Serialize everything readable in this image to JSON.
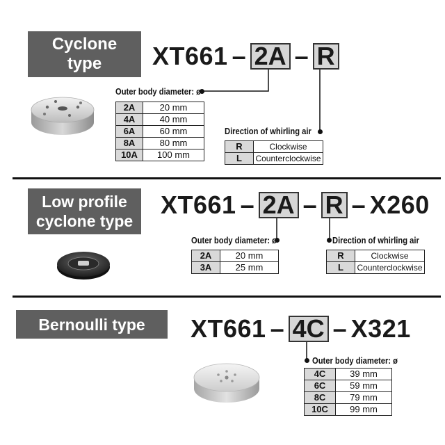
{
  "sections": [
    {
      "label_line1": "Cyclone",
      "label_line2": "type",
      "code_prefix": "XT661",
      "code_box1": "2A",
      "code_box2": "R",
      "caption_diameter": "Outer body diameter: ø",
      "diameter_rows": [
        {
          "code": "2A",
          "size": "20 mm"
        },
        {
          "code": "4A",
          "size": "40 mm"
        },
        {
          "code": "6A",
          "size": "60 mm"
        },
        {
          "code": "8A",
          "size": "80 mm"
        },
        {
          "code": "10A",
          "size": "100 mm"
        }
      ],
      "caption_direction": "Direction of whirling air",
      "direction_rows": [
        {
          "code": "R",
          "name": "Clockwise"
        },
        {
          "code": "L",
          "name": "Counterclockwise"
        }
      ]
    },
    {
      "label_line1": "Low profile",
      "label_line2": "cyclone type",
      "code_prefix": "XT661",
      "code_box1": "2A",
      "code_box2": "R",
      "code_suffix": "X260",
      "caption_diameter": "Outer body diameter: ø",
      "diameter_rows": [
        {
          "code": "2A",
          "size": "20 mm"
        },
        {
          "code": "3A",
          "size": "25 mm"
        }
      ],
      "caption_direction": "Direction of whirling air",
      "direction_rows": [
        {
          "code": "R",
          "name": "Clockwise"
        },
        {
          "code": "L",
          "name": "Counterclockwise"
        }
      ]
    },
    {
      "label_line1": "Bernoulli type",
      "code_prefix": "XT661",
      "code_box1": "4C",
      "code_suffix": "X321",
      "caption_diameter": "Outer body diameter: ø",
      "diameter_rows": [
        {
          "code": "4C",
          "size": "39 mm"
        },
        {
          "code": "6C",
          "size": "59 mm"
        },
        {
          "code": "8C",
          "size": "79 mm"
        },
        {
          "code": "10C",
          "size": "99 mm"
        }
      ]
    }
  ],
  "images": {
    "cyclone": "cyclone-gripper-photo",
    "low_profile": "low-profile-cyclone-gripper-photo",
    "bernoulli": "bernoulli-gripper-photo"
  }
}
